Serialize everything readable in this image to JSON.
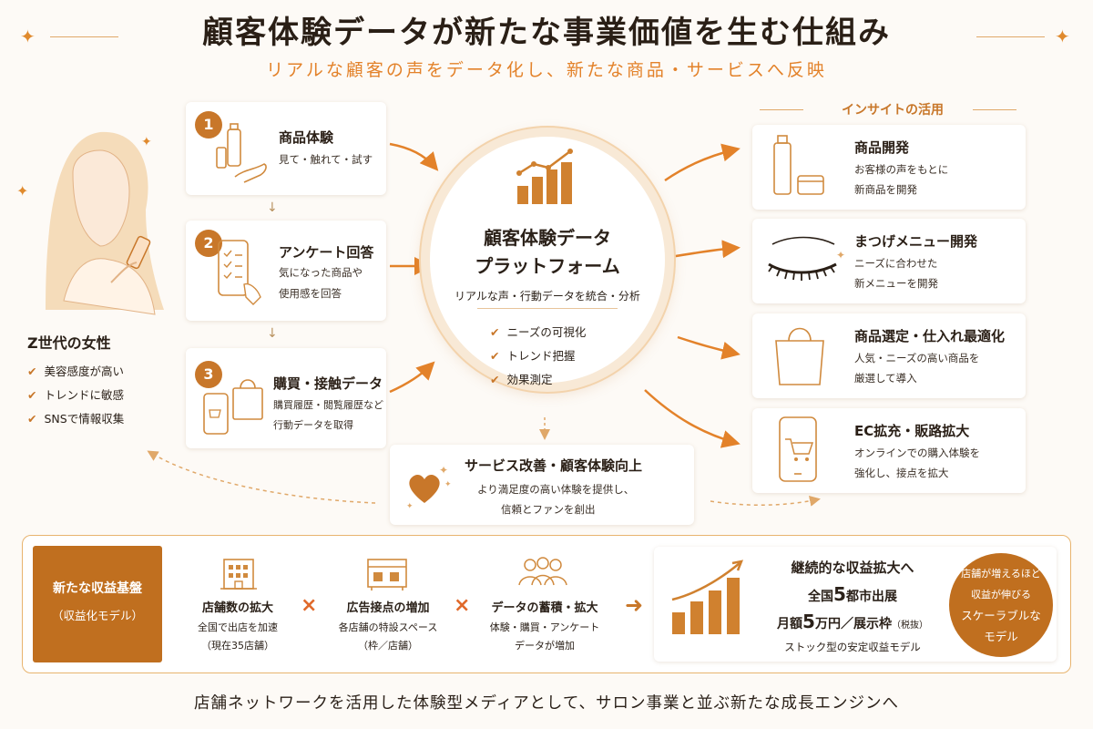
{
  "header": {
    "title": "顧客体験データが新たな事業価値を生む仕組み",
    "subtitle": "リアルな顧客の声をデータ化し、新たな商品・サービスへ反映"
  },
  "persona": {
    "title": "Z世代の女性",
    "traits": [
      "美容感度が高い",
      "トレンドに敏感",
      "SNSで情報収集"
    ]
  },
  "steps": [
    {
      "num": "1",
      "title": "商品体験",
      "lines": [
        "見て・触れて・試す"
      ]
    },
    {
      "num": "2",
      "title": "アンケート回答",
      "lines": [
        "気になった商品や",
        "使用感を回答"
      ]
    },
    {
      "num": "3",
      "title": "購買・接触データ",
      "lines": [
        "購買履歴・閲覧履歴など",
        "行動データを取得"
      ]
    }
  ],
  "platform": {
    "title_line1": "顧客体験データ",
    "title_line2": "プラットフォーム",
    "caption": "リアルな声・行動データを統合・分析",
    "checks": [
      "ニーズの可視化",
      "トレンド把握",
      "効果測定"
    ]
  },
  "service": {
    "title": "サービス改善・顧客体験向上",
    "lines": [
      "より満足度の高い体験を提供し、",
      "信頼とファンを創出"
    ]
  },
  "insight": {
    "header": "インサイトの活用",
    "items": [
      {
        "title": "商品開発",
        "lines": [
          "お客様の声をもとに",
          "新商品を開発"
        ],
        "icon": "cosmetics-icon"
      },
      {
        "title": "まつげメニュー開発",
        "lines": [
          "ニーズに合わせた",
          "新メニューを開発"
        ],
        "icon": "eyelash-icon"
      },
      {
        "title": "商品選定・仕入れ最適化",
        "lines": [
          "人気・ニーズの高い商品を",
          "厳選して導入"
        ],
        "icon": "shopping-bag-icon"
      },
      {
        "title": "EC拡充・販路拡大",
        "lines": [
          "オンラインでの購入体験を",
          "強化し、接点を拡大"
        ],
        "icon": "smartphone-cart-icon"
      }
    ]
  },
  "revenue": {
    "label_line1": "新たな収益基盤",
    "label_line2": "（収益化モデル）",
    "factors": [
      {
        "title": "店舗数の拡大",
        "lines": [
          "全国で出店を加速",
          "（現在35店舗）"
        ]
      },
      {
        "title": "広告接点の増加",
        "lines": [
          "各店舗の特設スペース",
          "（枠／店舗）"
        ]
      },
      {
        "title": "データの蓄積・拡大",
        "lines": [
          "体験・購買・アンケート",
          "データが増加"
        ]
      }
    ],
    "times": "×",
    "arrow": "➜",
    "result": {
      "title": "継続的な収益拡大へ",
      "line1_pre": "全国",
      "line1_num": "5",
      "line1_post": "都市出展",
      "line2_pre": "月額",
      "line2_num": "5",
      "line2_post": "万円／展示枠",
      "line2_note": "（税抜）",
      "line3": "ストック型の安定収益モデル"
    },
    "orb_lines": [
      "店舗が増えるほど",
      "収益が伸びる",
      "スケーラブルな",
      "モデル"
    ]
  },
  "footer": "店舗ネットワークを活用した体験型メディアとして、サロン事業と並ぶ新たな成長エンジンへ",
  "colors": {
    "accent": "#e3822a",
    "brand_brown": "#c06f1f",
    "bar": "#d0812f"
  }
}
